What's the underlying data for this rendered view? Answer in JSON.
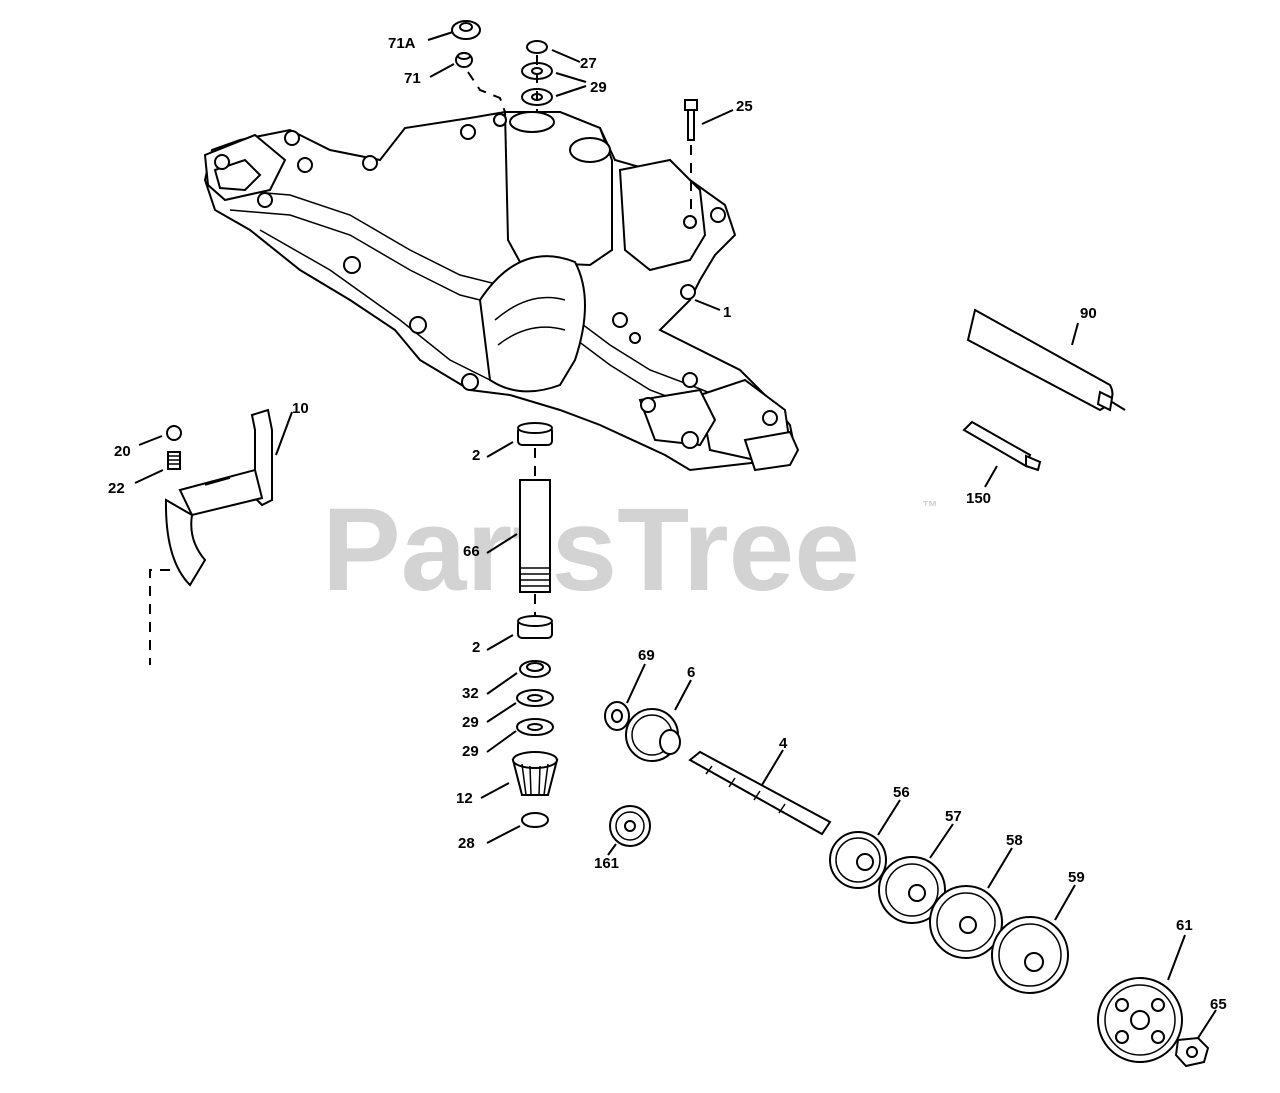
{
  "watermark": {
    "text": "PartsTree",
    "mark": "™",
    "color": "#d3d3d3"
  },
  "callouts": [
    {
      "id": "71A",
      "text": "71A"
    },
    {
      "id": "71",
      "text": "71"
    },
    {
      "id": "27",
      "text": "27"
    },
    {
      "id": "29a",
      "text": "29"
    },
    {
      "id": "25",
      "text": "25"
    },
    {
      "id": "1",
      "text": "1"
    },
    {
      "id": "90",
      "text": "90"
    },
    {
      "id": "150",
      "text": "150"
    },
    {
      "id": "10",
      "text": "10"
    },
    {
      "id": "20",
      "text": "20"
    },
    {
      "id": "22",
      "text": "22"
    },
    {
      "id": "2a",
      "text": "2"
    },
    {
      "id": "66",
      "text": "66"
    },
    {
      "id": "2b",
      "text": "2"
    },
    {
      "id": "32",
      "text": "32"
    },
    {
      "id": "29b",
      "text": "29"
    },
    {
      "id": "29c",
      "text": "29"
    },
    {
      "id": "12",
      "text": "12"
    },
    {
      "id": "28",
      "text": "28"
    },
    {
      "id": "69",
      "text": "69"
    },
    {
      "id": "6",
      "text": "6"
    },
    {
      "id": "4",
      "text": "4"
    },
    {
      "id": "161",
      "text": "161"
    },
    {
      "id": "56",
      "text": "56"
    },
    {
      "id": "57",
      "text": "57"
    },
    {
      "id": "58",
      "text": "58"
    },
    {
      "id": "59",
      "text": "59"
    },
    {
      "id": "61",
      "text": "61"
    },
    {
      "id": "65",
      "text": "65"
    }
  ]
}
